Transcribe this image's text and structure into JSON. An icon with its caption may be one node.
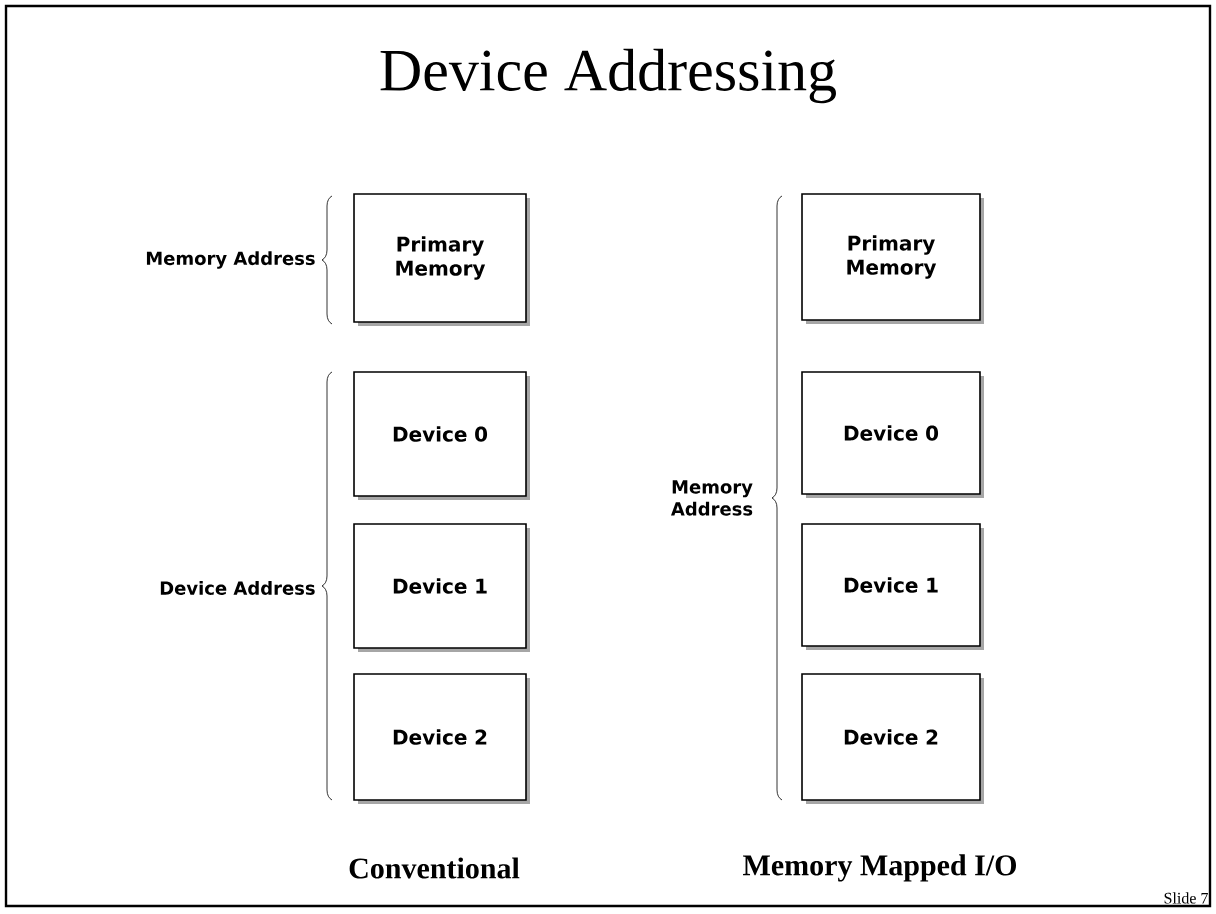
{
  "diagram": {
    "title": "Device Addressing",
    "nodes": [
      {
        "text": [
          "Primary Memory"
        ]
      },
      {
        "text": [
          "Device 0"
        ]
      },
      {
        "text": [
          "Device 1"
        ]
      },
      {
        "text": [
          "Device 2"
        ]
      },
      {
        "text": [
          "Primary Memory"
        ]
      },
      {
        "text": [
          "Device 0"
        ]
      },
      {
        "text": [
          "Device 1"
        ]
      },
      {
        "text": [
          "Device 2"
        ]
      }
    ],
    "labels": [
      "Memory Address",
      "Device Address",
      "Memory Address",
      "Conventional",
      "Memory Mapped I/O",
      "Slide 7"
    ]
  }
}
